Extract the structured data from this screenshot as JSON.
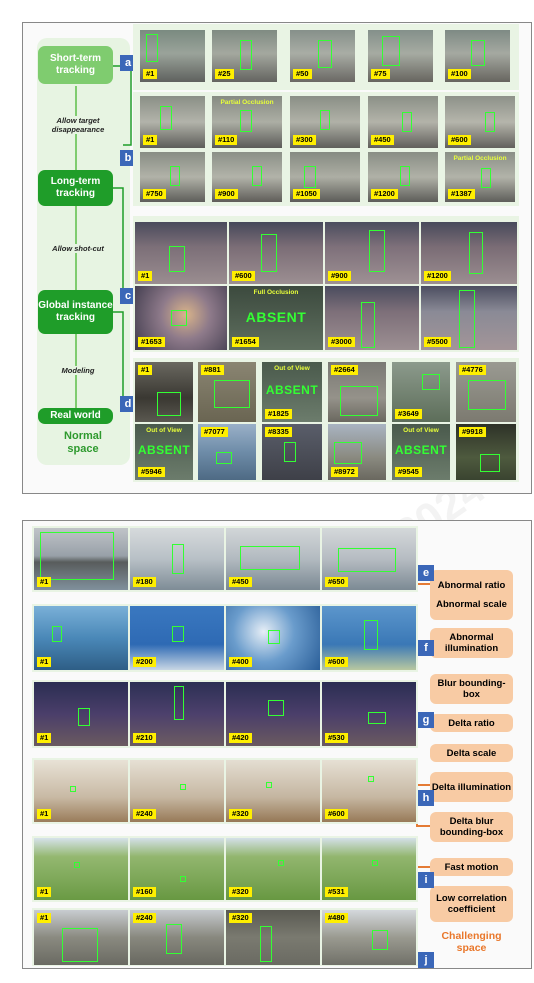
{
  "figure": {
    "normal_space": {
      "nodes": {
        "short_term": "Short-term tracking",
        "long_term": "Long-term tracking",
        "global_instance": "Global instance tracking",
        "real_world": "Real world"
      },
      "edges": {
        "e1": "Allow target disappearance",
        "e2": "Allow shot-cut",
        "e3": "Modeling"
      },
      "caption": "Normal space"
    },
    "challenging_space": {
      "caption": "Challenging space",
      "items": [
        {
          "label": "Abnormal ratio",
          "color": "#f8cba4"
        },
        {
          "label": "Abnormal scale",
          "color": "#f8cba4"
        },
        {
          "label": "Abnormal illumination",
          "color": "#f8cba4"
        },
        {
          "label": "Blur bounding-box",
          "color": "#f8cba4"
        },
        {
          "label": "Delta ratio",
          "color": "#f8cba4"
        },
        {
          "label": "Delta scale",
          "color": "#f8cba4"
        },
        {
          "label": "Delta illumination",
          "color": "#f8cba4"
        },
        {
          "label": "Delta blur bounding-box",
          "color": "#f8cba4"
        },
        {
          "label": "Fast motion",
          "color": "#f8cba4"
        },
        {
          "label": "Low correlation coefficient",
          "color": "#f8cba4"
        }
      ]
    },
    "tags": [
      "a",
      "b",
      "c",
      "d",
      "e",
      "f",
      "g",
      "h",
      "i",
      "j"
    ],
    "row_a": [
      "#1",
      "#25",
      "#50",
      "#75",
      "#100"
    ],
    "row_b1": [
      "#1",
      "#110",
      "#300",
      "#450",
      "#600"
    ],
    "row_b2": [
      "#750",
      "#900",
      "#1050",
      "#1200",
      "#1387"
    ],
    "row_c1": [
      "#1",
      "#600",
      "#900",
      "#1200"
    ],
    "row_c2": [
      "#1653",
      "#1654",
      "#3000",
      "#5500"
    ],
    "row_d1": [
      "#1",
      "#881",
      "#1825",
      "#2664",
      "#3649",
      "#4776"
    ],
    "row_d2": [
      "#5946",
      "#7077",
      "#8335",
      "#8972",
      "#9545",
      "#9918"
    ],
    "row_e": [
      "#1",
      "#180",
      "#450",
      "#650"
    ],
    "row_f": [
      "#1",
      "#200",
      "#400",
      "#600"
    ],
    "row_g": [
      "#1",
      "#210",
      "#420",
      "#530"
    ],
    "row_h": [
      "#1",
      "#240",
      "#320",
      "#600"
    ],
    "row_i": [
      "#1",
      "#160",
      "#320",
      "#531"
    ],
    "row_j": [
      "#1",
      "#240",
      "#320",
      "#480"
    ],
    "overlays": {
      "partial_occlusion": "Partial Occlusion",
      "full_occlusion": "Full Occlusion",
      "out_of_view": "Out of View",
      "absent": "ABSENT"
    }
  }
}
